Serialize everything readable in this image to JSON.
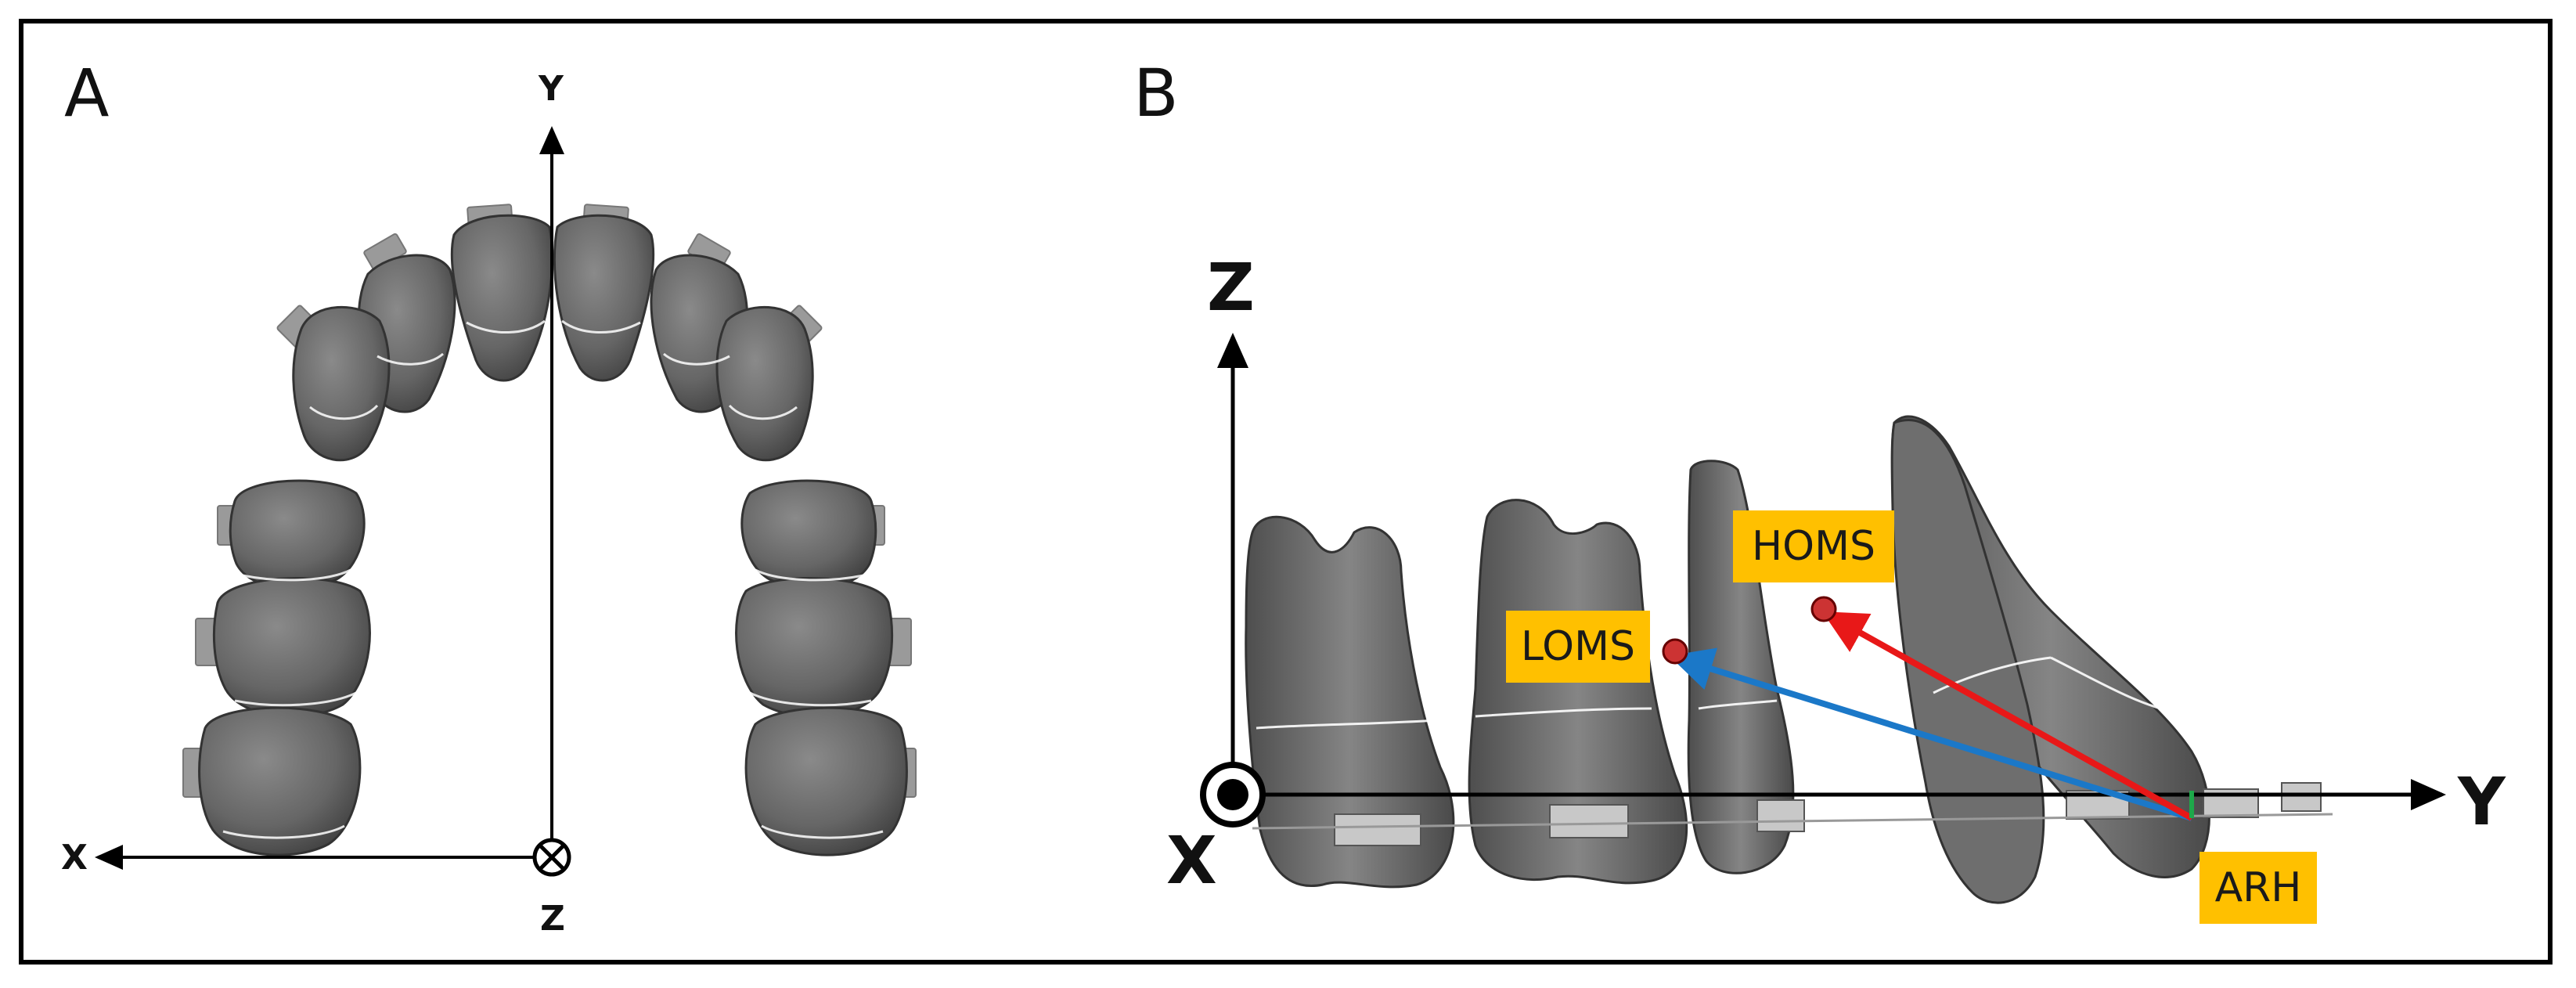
{
  "panels": {
    "a": {
      "letter": "A",
      "axis_y": "Y",
      "axis_x": "X",
      "axis_z": "Z"
    },
    "b": {
      "letter": "B",
      "axis_z": "Z",
      "axis_y": "Y",
      "axis_x": "X"
    }
  },
  "labels": {
    "homs": "HOMS",
    "loms": "LOMS",
    "arh": "ARH"
  },
  "colors": {
    "tag_bg": "#FFC000",
    "tooth": "#6b6b6b",
    "arrow_red": "#E81818",
    "arrow_blue": "#1B78C8",
    "arrow_green": "#1EA84A"
  }
}
